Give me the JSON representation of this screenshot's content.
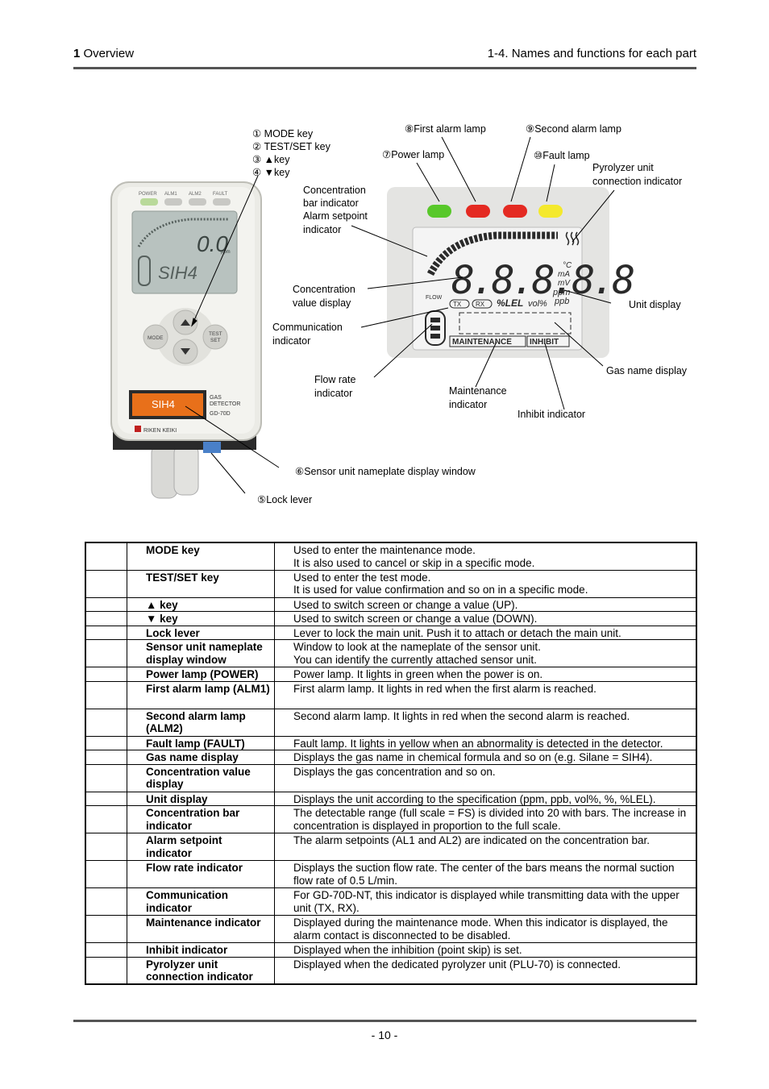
{
  "header": {
    "chapter_num": "1",
    "chapter_title": "Overview",
    "section": "1-4. Names and functions for each part"
  },
  "figure": {
    "device_labels": {
      "lamps": [
        "POWER",
        "ALM1",
        "ALM2",
        "FAULT"
      ],
      "reading": "0.0",
      "reading_unit": "ppm",
      "gas": "SIH4",
      "mode_key": "MODE",
      "test_key": "TEST",
      "set_key": "SET",
      "nameplate_gas": "SIH4",
      "product_line1": "GAS",
      "product_line2": "DETECTOR",
      "model": "GD-70D",
      "brand": "RIKEN KEIKI"
    },
    "lcd_labels": {
      "segments": "8.8.8.8.8",
      "unit_c": "°C",
      "unit_ma": "mA",
      "unit_mv": "mV",
      "unit_ppm": "ppm",
      "unit_ppb": "ppb",
      "unit_lel": "%LEL",
      "unit_vol": "vol%",
      "flow": "FLOW",
      "tx": "TX",
      "rx": "RX",
      "maintenance": "MAINTENANCE",
      "inhibit": "INHIBIT"
    },
    "callouts": {
      "mode_key": "① MODE key",
      "test_set_key": "② TEST/SET key",
      "up_key": "③ ▲key",
      "down_key": "④ ▼key",
      "first_alarm_lamp": "⑧First alarm lamp",
      "second_alarm_lamp": "⑨Second alarm lamp",
      "power_lamp": "⑦Power lamp",
      "fault_lamp": "⑩Fault lamp",
      "pyrolyzer_1": "Pyrolyzer unit",
      "pyrolyzer_2": "connection indicator",
      "conc_bar_1": "Concentration",
      "conc_bar_2": "bar indicator",
      "conc_bar_3": "Alarm setpoint",
      "conc_bar_4": "indicator",
      "conc_value_1": "Concentration",
      "conc_value_2": "value display",
      "unit_display": "Unit display",
      "comm_1": "Communication",
      "comm_2": "indicator",
      "gas_name_display": "Gas name display",
      "flow_1": "Flow rate",
      "flow_2": "indicator",
      "maint_1": "Maintenance",
      "maint_2": "indicator",
      "inhibit": "Inhibit indicator",
      "nameplate_window": "⑥Sensor unit nameplate display window",
      "lock_lever": "⑤Lock lever"
    }
  },
  "table": {
    "rows": [
      {
        "num": "",
        "name": "MODE key",
        "desc": [
          "Used to enter the maintenance mode.",
          "It is also used to cancel or skip in a specific mode."
        ]
      },
      {
        "num": "",
        "name": "TEST/SET key",
        "desc": [
          "Used to enter the test mode.",
          "It is used for value confirmation and so on in a specific mode."
        ]
      },
      {
        "num": "",
        "name": "▲ key",
        "desc": [
          "Used to switch screen or change a value (UP)."
        ]
      },
      {
        "num": "",
        "name": "▼ key",
        "desc": [
          "Used to switch screen or change a value (DOWN)."
        ]
      },
      {
        "num": "",
        "name": "Lock lever",
        "desc": [
          "Lever to lock the main unit. Push it to attach or detach the main unit."
        ]
      },
      {
        "num": "",
        "name": "Sensor unit nameplate display window",
        "desc": [
          "Window to look at the nameplate of the sensor unit.",
          "You can identify the currently attached sensor unit."
        ]
      },
      {
        "num": "",
        "name": "Power lamp (POWER)",
        "desc": [
          "Power lamp. It lights in green when the power is on."
        ]
      },
      {
        "num": "",
        "name": "First alarm lamp (ALM1)",
        "desc": [
          "First alarm lamp. It lights in red when the first alarm is reached."
        ]
      },
      {
        "num": "",
        "name": "Second alarm lamp (ALM2)",
        "desc": [
          "Second alarm lamp. It lights in red when the second alarm is reached."
        ]
      },
      {
        "num": "",
        "name": "Fault lamp (FAULT)",
        "desc": [
          "Fault lamp. It lights in yellow when an abnormality is detected in the detector."
        ]
      },
      {
        "num": "",
        "name": "Gas name display",
        "desc": [
          "Displays the gas name in chemical formula and so on (e.g. Silane = SIH4)."
        ]
      },
      {
        "num": "",
        "name": "Concentration value display",
        "desc": [
          "Displays the gas concentration and so on."
        ]
      },
      {
        "num": "",
        "name": "Unit display",
        "desc": [
          "Displays the unit according to the specification (ppm, ppb, vol%, %, %LEL)."
        ]
      },
      {
        "num": "",
        "name": "Concentration bar indicator",
        "desc": [
          "The detectable range (full scale = FS) is divided into 20 with bars. The increase in concentration is displayed in proportion to the full scale."
        ]
      },
      {
        "num": "",
        "name": "Alarm setpoint indicator",
        "desc": [
          "The alarm setpoints (AL1 and AL2) are indicated on the concentration bar."
        ]
      },
      {
        "num": "",
        "name": "Flow rate indicator",
        "desc": [
          "Displays the suction flow rate. The center of the bars means the normal suction flow rate of 0.5 L/min."
        ]
      },
      {
        "num": "",
        "name": "Communication indicator",
        "desc": [
          "For GD-70D-NT, this indicator is displayed while transmitting data with the upper unit (TX, RX)."
        ]
      },
      {
        "num": "",
        "name": "Maintenance indicator",
        "desc": [
          "Displayed during the maintenance mode. When this indicator is displayed, the alarm contact is disconnected to be disabled."
        ]
      },
      {
        "num": "",
        "name": "Inhibit indicator",
        "desc": [
          "Displayed when the inhibition (point skip) is set."
        ]
      },
      {
        "num": "",
        "name": "Pyrolyzer unit connection indicator",
        "desc": [
          "Displayed when the dedicated pyrolyzer unit (PLU-70) is connected."
        ]
      }
    ]
  },
  "footer": {
    "page": "- 10 -"
  }
}
